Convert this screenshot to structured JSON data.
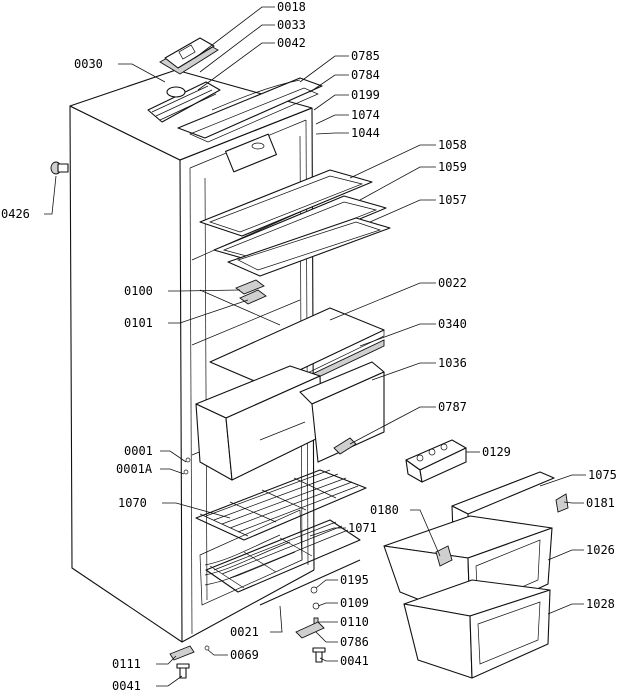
{
  "labels": {
    "p0018": "0018",
    "p0033": "0033",
    "p0042": "0042",
    "p0030": "0030",
    "p0785": "0785",
    "p0784": "0784",
    "p0199": "0199",
    "p1074": "1074",
    "p1044": "1044",
    "p0426": "0426",
    "p1058": "1058",
    "p1059": "1059",
    "p1057": "1057",
    "p0022": "0022",
    "p0100": "0100",
    "p0101": "0101",
    "p0340": "0340",
    "p1036": "1036",
    "p0787": "0787",
    "p0129": "0129",
    "p0001": "0001",
    "p0001A": "0001A",
    "p1075": "1075",
    "p1070": "1070",
    "p0180": "0180",
    "p0181": "0181",
    "p1071": "1071",
    "p1026": "1026",
    "p0195": "0195",
    "p0109": "0109",
    "p1028": "1028",
    "p0110": "0110",
    "p0021": "0021",
    "p0786": "0786",
    "p0069": "0069",
    "p0041a": "0041",
    "p0111": "0111",
    "p0041b": "0041"
  }
}
